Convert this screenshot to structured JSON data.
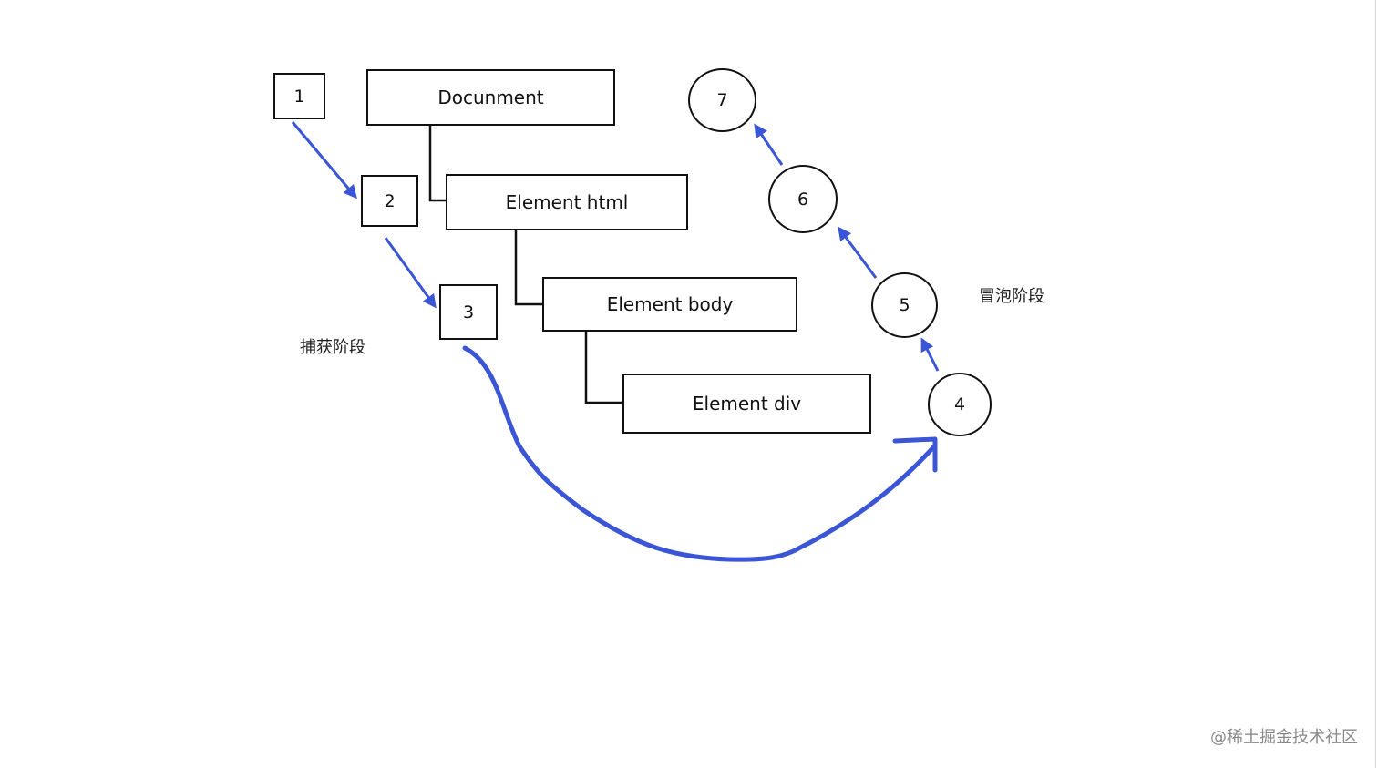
{
  "colors": {
    "arrow": "#3a55d6",
    "stroke": "#111111",
    "watermark": "#8a8a8a"
  },
  "nodes": {
    "document": "Docunment",
    "html": "Element html",
    "body": "Element body",
    "div": "Element div"
  },
  "capture_steps": [
    "1",
    "2",
    "3"
  ],
  "bubble_steps": [
    "4",
    "5",
    "6",
    "7"
  ],
  "labels": {
    "capture": "捕获阶段",
    "bubble": "冒泡阶段"
  },
  "watermark": "@稀土掘金技术社区"
}
